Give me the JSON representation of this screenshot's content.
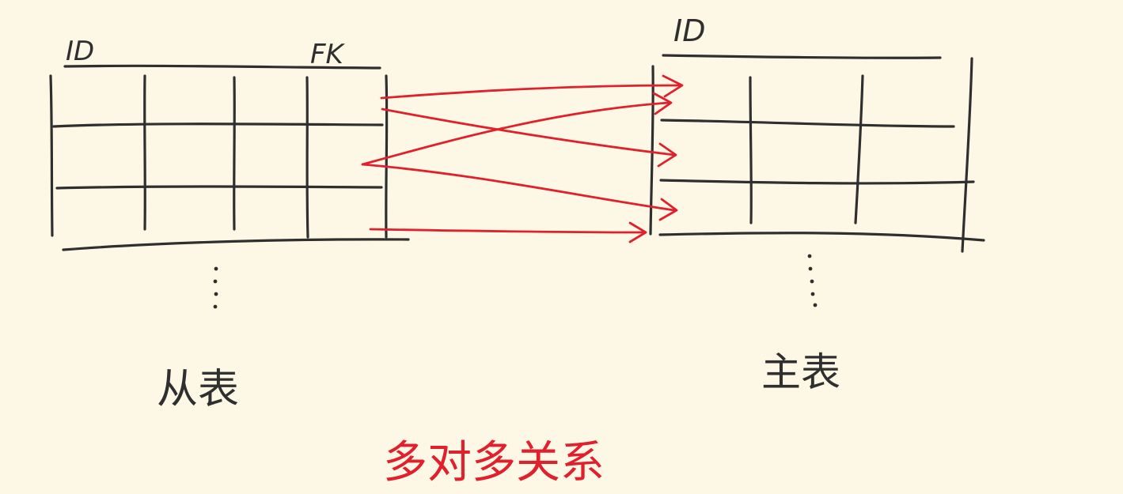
{
  "colors": {
    "background": "#fdf8e6",
    "ink": "#2f2f2f",
    "relation": "#e0202c"
  },
  "child_table": {
    "label": "从表",
    "columns": [
      "ID",
      "FK"
    ]
  },
  "parent_table": {
    "label": "主表",
    "columns": [
      "ID"
    ]
  },
  "caption": "多对多关系"
}
